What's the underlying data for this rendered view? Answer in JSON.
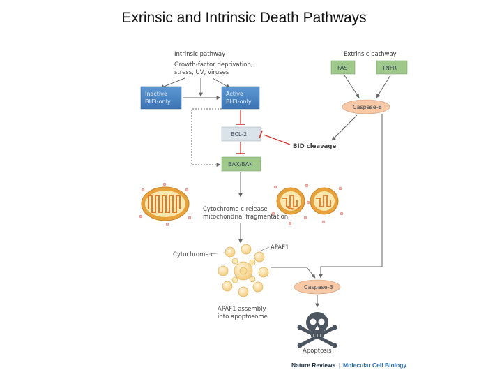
{
  "title": "Exrinsic and Intrinsic Death Pathways",
  "intrinsic": {
    "heading": "Intrinsic pathway",
    "stimuli_line1": "Growth-factor deprivation,",
    "stimuli_line2": "stress, UV, viruses",
    "inactive_line1": "Inactive",
    "inactive_line2": "BH3-only",
    "active_line1": "Active",
    "active_line2": "BH3-only",
    "bcl2": "BCL-2",
    "baxbak": "BAX/BAK"
  },
  "extrinsic": {
    "heading": "Extrinsic pathway",
    "fas": "FAS",
    "tnfr": "TNFR",
    "caspase8": "Caspase-8",
    "bid": "BID cleavage"
  },
  "mito": {
    "label_line1": "Cytochrome c release",
    "label_line2": "mitochondrial fragmentation"
  },
  "apoptosome": {
    "cytochrome": "Cytochrome c",
    "apaf1": "APAF1",
    "assembly_line1": "APAF1 assembly",
    "assembly_line2": "into apoptosome"
  },
  "caspase3": "Caspase-3",
  "apoptosis": "Apoptosis",
  "footer": {
    "left": "Nature Reviews",
    "sep": "|",
    "right": "Molecular Cell Biology"
  },
  "colors": {
    "blue_box": "#4a86c5",
    "gray_box": "#dbe3ea",
    "green_box": "#9fc98a",
    "caspase_fill": "#f7c9a6",
    "mito_outer": "#e8a23c",
    "mito_inner": "#fbe7b0",
    "inhibit_red": "#d03b33",
    "arrow_gray": "#666666"
  }
}
